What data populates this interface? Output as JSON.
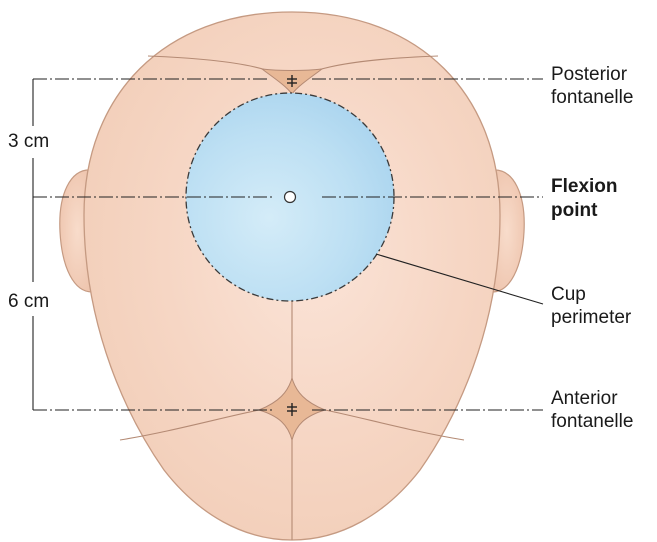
{
  "measurements": {
    "posterior_to_flexion": "3 cm",
    "flexion_to_anterior": "6 cm"
  },
  "labels": {
    "posterior_fontanelle": [
      "Posterior",
      "fontanelle"
    ],
    "flexion_point": [
      "Flexion",
      "point"
    ],
    "cup_perimeter": [
      "Cup",
      "perimeter"
    ],
    "anterior_fontanelle": [
      "Anterior",
      "fontanelle"
    ]
  },
  "colors": {
    "skin": "#f7d9c6",
    "skin_outline": "#c59a82",
    "suture": "#b48a74",
    "fontanelle": "#e8b896",
    "cup_fill": "#bfe0f4",
    "cup_outline": "#3a3a3a",
    "guide_lines": "#222222"
  }
}
